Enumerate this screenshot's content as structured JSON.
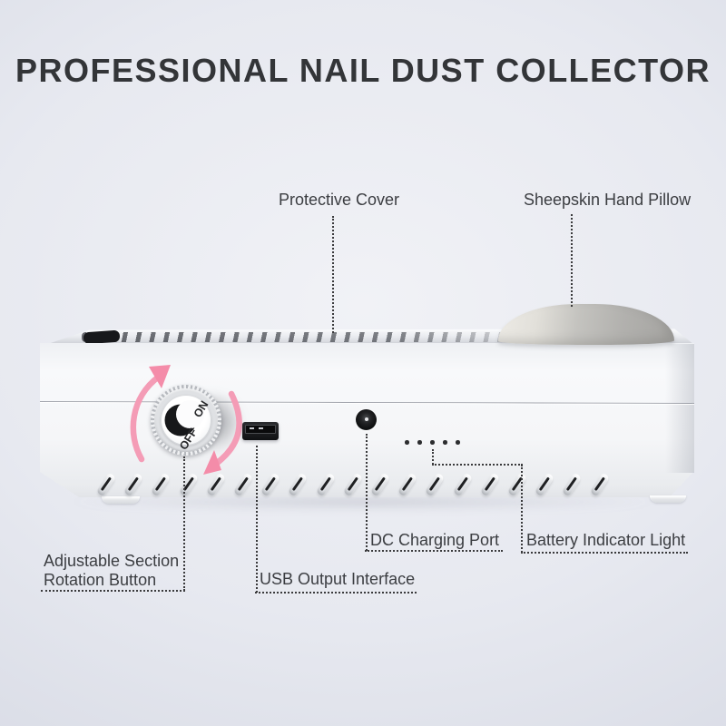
{
  "title": "PROFESSIONAL NAIL DUST COLLECTOR",
  "callouts": {
    "protective_cover": "Protective Cover",
    "sheepskin_hand_pillow": "Sheepskin Hand Pillow",
    "adjustable_section_line1": "Adjustable Section",
    "adjustable_section_line2": "Rotation Button",
    "usb_output_interface": "USB Output Interface",
    "dc_charging_port": "DC Charging Port",
    "battery_indicator_light": "Battery Indicator Light"
  },
  "device": {
    "knob": {
      "off": "OFF",
      "on": "ON"
    },
    "battery_dots": 5,
    "vents": 19
  },
  "colors": {
    "accent_pink": "#f49cb6",
    "label_text": "#3b3d41",
    "title_text": "#333538",
    "callout_line": "#3a3a3c",
    "background_top": "#f1f2f6",
    "background_bottom": "#cdd1dd"
  }
}
